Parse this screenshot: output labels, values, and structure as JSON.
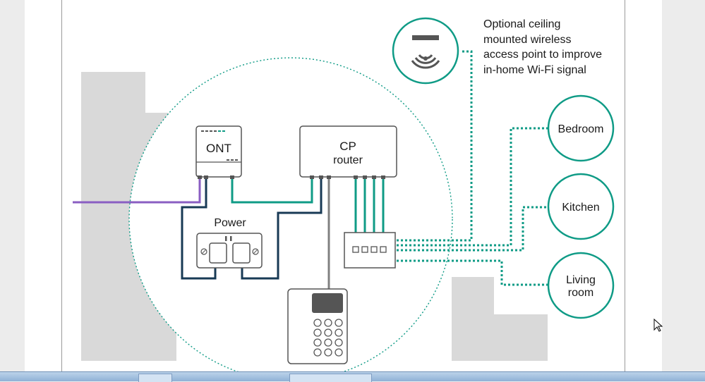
{
  "diagram": {
    "ont_label": "ONT",
    "router_label_line1": "CP",
    "router_label_line2": "router",
    "power_label": "Power",
    "wifi_caption": "Optional ceiling\nmounted wireless\naccess point to improve\nin-home Wi-Fi signal",
    "rooms": [
      "Bedroom",
      "Kitchen",
      "Living room"
    ],
    "room_lines": [
      [
        "Bedroom"
      ],
      [
        "Kitchen"
      ],
      [
        "Living",
        "room"
      ]
    ]
  },
  "colors": {
    "teal": "#0f9b86",
    "purple": "#8a5ec2",
    "navy": "#183a55",
    "grey_line": "#808080",
    "wall": "#d9d9d9",
    "outline": "#555555"
  },
  "icons": [
    "wireless-access-point-icon",
    "telephone-icon",
    "double-power-socket-icon",
    "mouse-cursor-icon"
  ]
}
